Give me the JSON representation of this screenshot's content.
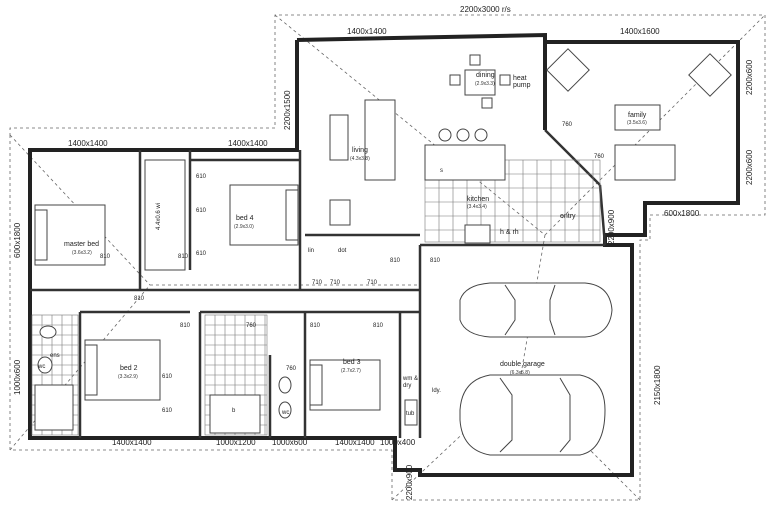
{
  "overall": "2200x3000 r/s",
  "dimensions": {
    "top_living_window": "1400x1400",
    "top_family_window": "1400x1600",
    "living_side": "2200x1500",
    "family_right_upper": "2200x600",
    "family_right_lower": "2200x600",
    "family_bottom": "600x1800",
    "entry_side": "2200x900",
    "left_top_1": "1400x1400",
    "left_top_2": "1400x1400",
    "master_side": "600x1800",
    "bed2_side": "1000x600",
    "garage_side": "2150x1800",
    "bottom_1": "1400x1400",
    "bottom_2": "1000x1200",
    "bottom_3": "1000x600",
    "bottom_4": "1400x1400",
    "bottom_5": "1000x400",
    "garage_bottom": "2200x900"
  },
  "rooms": {
    "dining": {
      "name": "dining",
      "size": "(2.9x3.3)"
    },
    "heat_pump": "heat\npump",
    "living": {
      "name": "living",
      "size": "(4.3x3.8)"
    },
    "family": {
      "name": "family",
      "size": "(3.5x3.6)"
    },
    "kitchen": {
      "name": "kitchen",
      "size": "(3.4x3.4)"
    },
    "entry": "entry",
    "master": {
      "name": "master bed",
      "size": "(3.6x3.2)"
    },
    "bed4": {
      "name": "bed 4",
      "size": "(2.9x3.0)"
    },
    "bed2": {
      "name": "bed 2",
      "size": "(3.3x2.9)"
    },
    "bed3": {
      "name": "bed 3",
      "size": "(2.7x2.7)"
    },
    "garage": {
      "name": "double garage",
      "size": "(6.3x5.8)"
    },
    "hrb": "h & rh",
    "ens": "ens",
    "wm": "wm &\ndry",
    "ldy": "ldy.",
    "bath_b": "b",
    "wc_main": "wc",
    "wc_ens": "wc",
    "tub": "tub",
    "sink_s": "s",
    "wi": "4.4x0.6 wi"
  },
  "doors": {
    "d1": "610",
    "d2": "610",
    "d3": "810",
    "d4": "610",
    "d5": "810",
    "d6": "810",
    "d7": "810",
    "d8": "710",
    "d9": "710",
    "d10": "810",
    "d11": "610",
    "d12": "610",
    "d13": "710",
    "d14": "810",
    "d15": "810",
    "d16": "760",
    "d17": "760",
    "d18": "760",
    "d19": "760",
    "d20": "810",
    "lin": "lin",
    "dot": "dot"
  }
}
